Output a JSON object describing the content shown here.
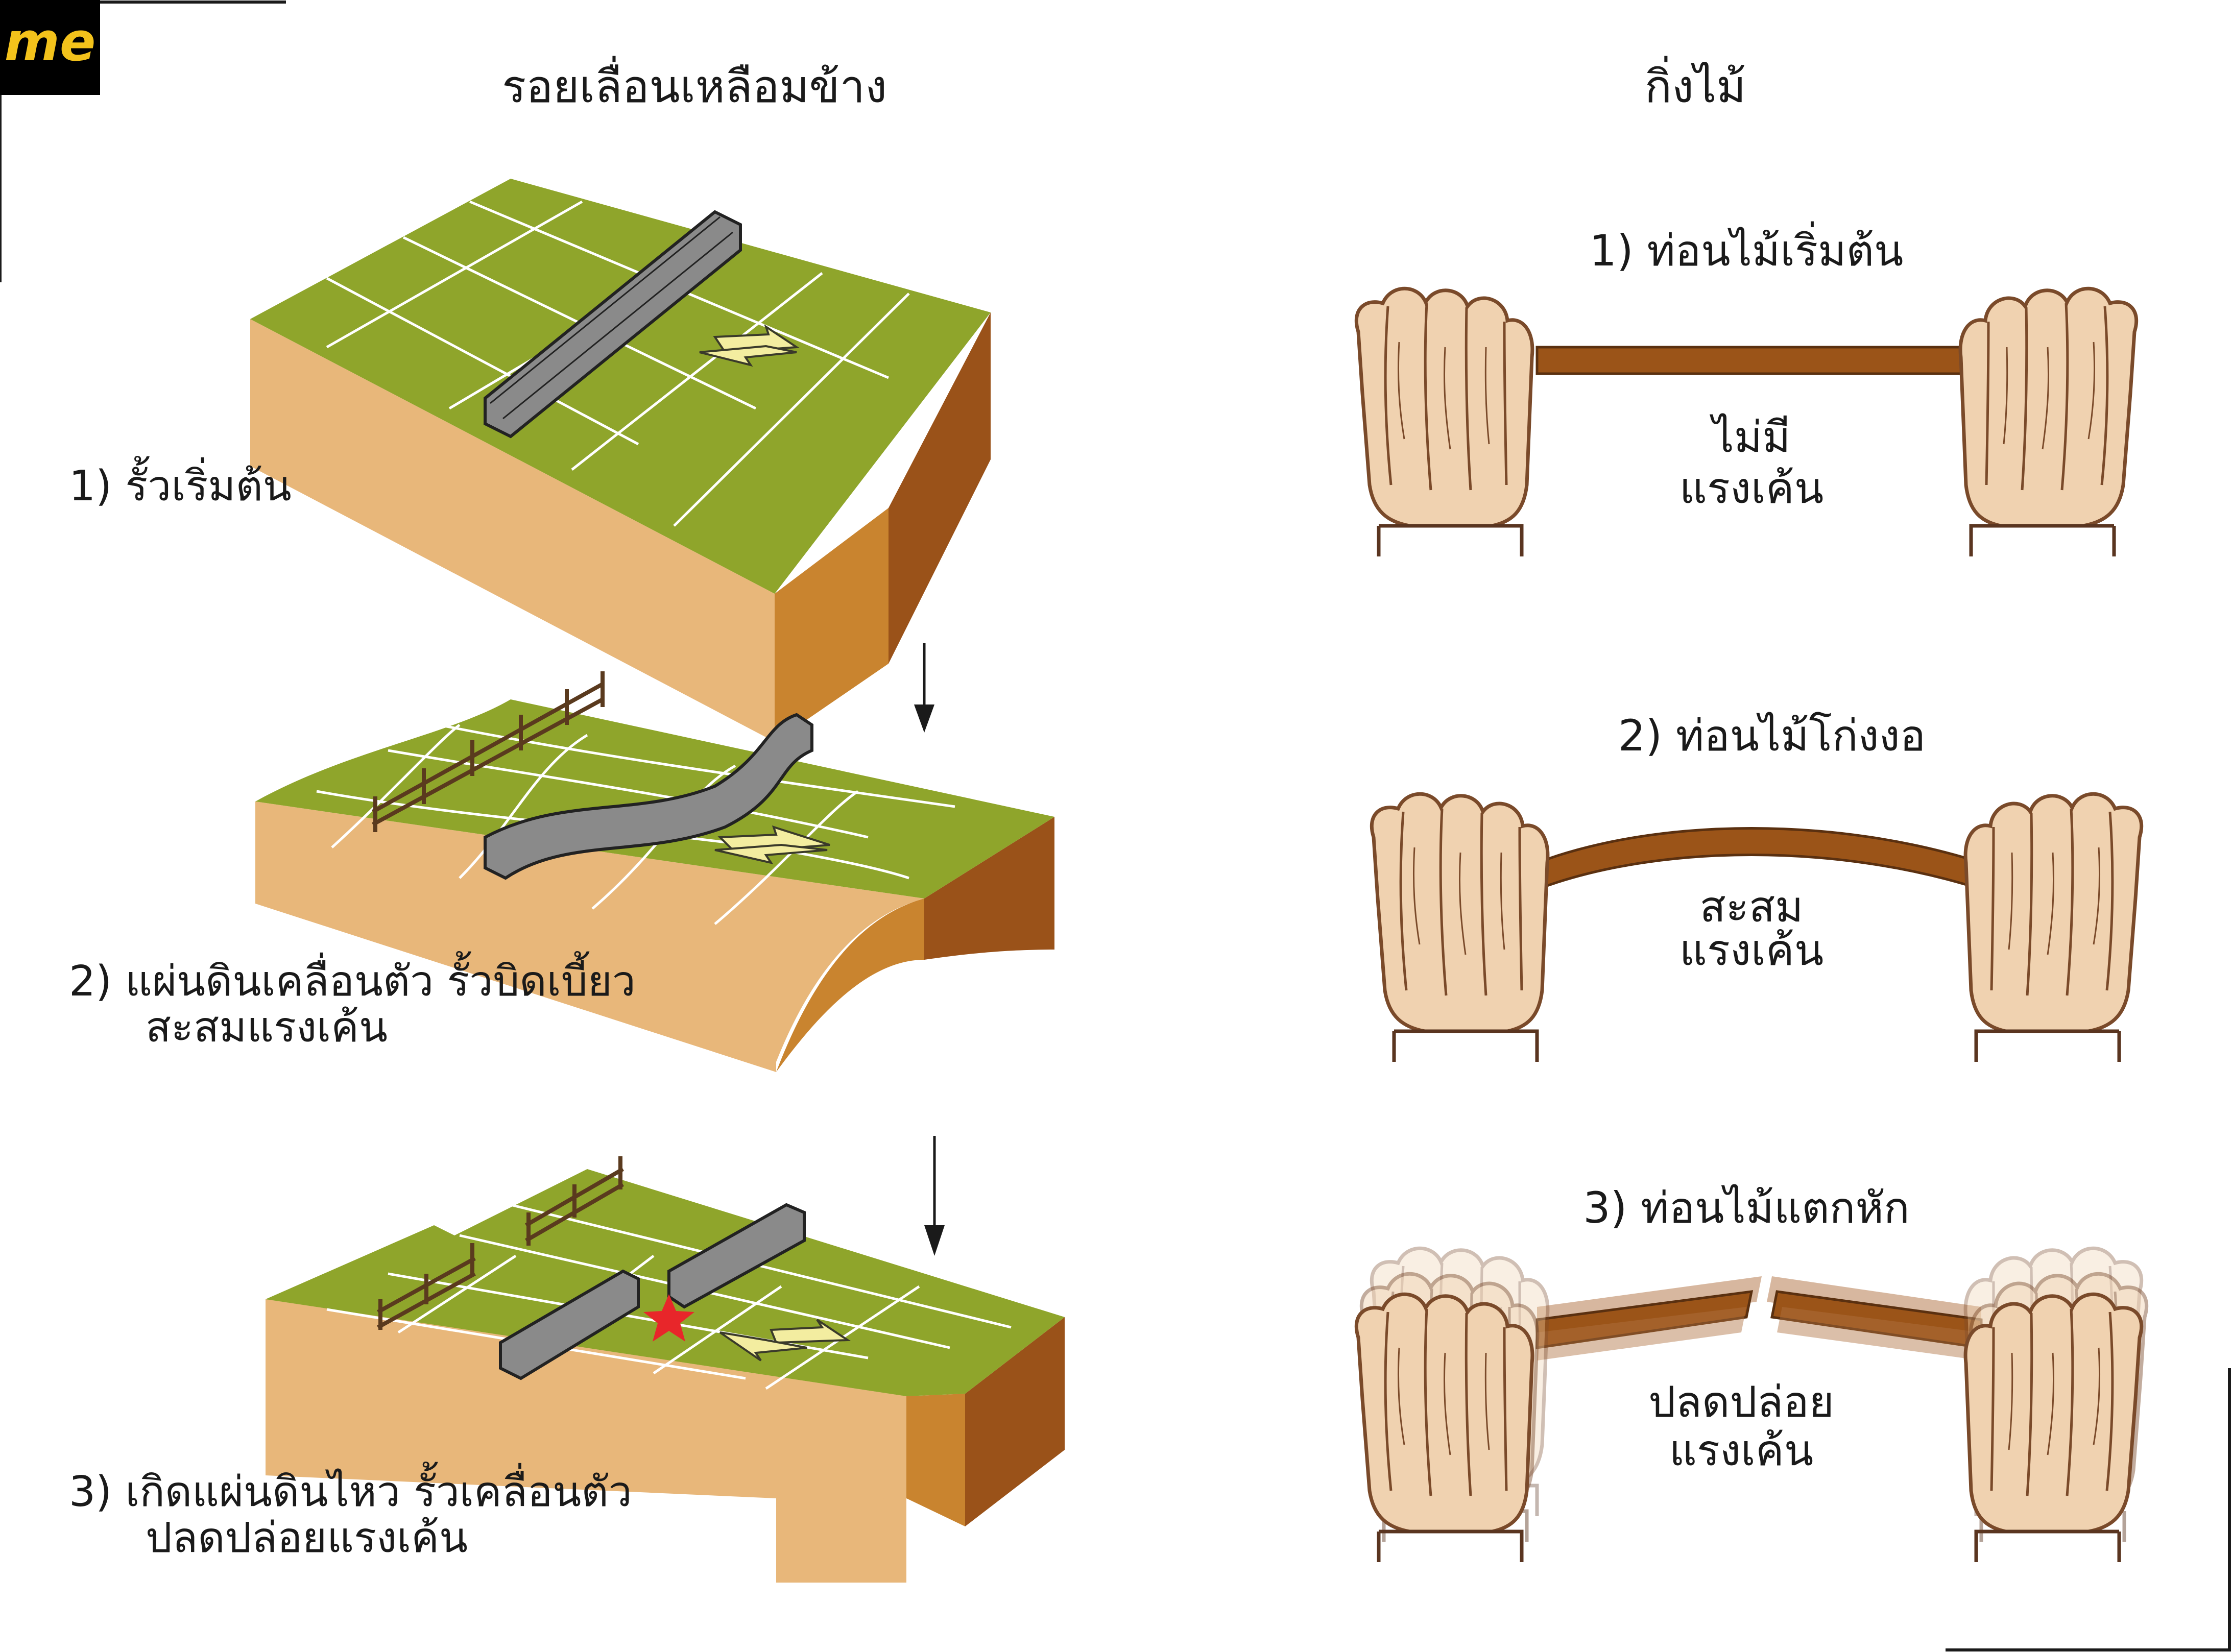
{
  "logo": {
    "text": "me"
  },
  "left_column": {
    "heading": "รอยเลื่อนเหลือมข้าง",
    "steps": [
      {
        "lines": [
          "1) รั้วเริ่มต้น"
        ]
      },
      {
        "lines": [
          "2) แผ่นดินเคลื่อนตัว รั้วบิดเบี้ยว",
          "สะสมแรงเค้น"
        ]
      },
      {
        "lines": [
          "3) เกิดแผ่นดินไหว รั้วเคลื่อนตัว",
          "ปลดปล่อยแรงเค้น"
        ]
      }
    ]
  },
  "right_column": {
    "heading": "กิ่งไม้",
    "steps": [
      {
        "title": "1) ท่อนไม้เริ่มต้น",
        "label": [
          "ไม่มี",
          "แรงเค้น"
        ]
      },
      {
        "title": "2) ท่อนไม้โก่งงอ",
        "label": [
          "สะสม",
          "แรงเค้น"
        ]
      },
      {
        "title": "3) ท่อนไม้แตกหัก",
        "label": [
          "ปลดปล่อย",
          "แรงเค้น"
        ]
      }
    ]
  },
  "colors": {
    "grass": "#8fa52b",
    "soil_front": "#e8b77a",
    "soil_mid": "#c9842f",
    "soil_side": "#9a5219",
    "wall": "#8a8a8a",
    "fence": "#5a3a1e",
    "arrow_fill": "#f3eda0",
    "epicenter": "#e8262a",
    "skin": "#f0d2b0",
    "skin_line": "#7a4a2a",
    "stick": "#9b5418",
    "logo_bg": "#000000",
    "logo_text": "#f3c21b"
  },
  "icons": [
    "epicenter-star-icon",
    "down-arrow-icon",
    "slip-arrows-icon"
  ]
}
